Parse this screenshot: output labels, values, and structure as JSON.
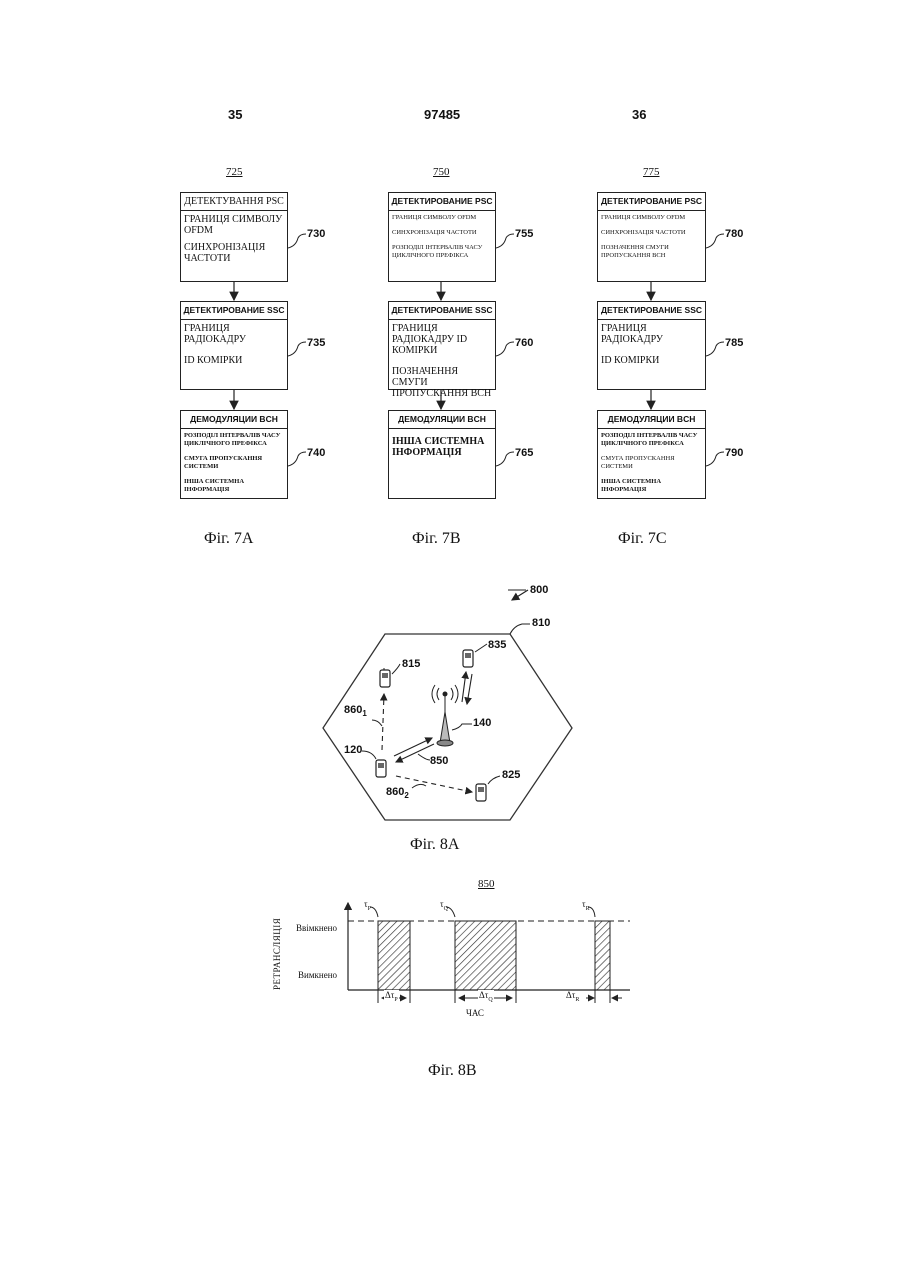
{
  "header": {
    "left_page": "35",
    "doc_number": "97485",
    "right_page": "36"
  },
  "fig7": {
    "A": {
      "label": "725",
      "boxes": [
        {
          "title": "ДЕТЕКТУВАННЯ PSC",
          "lines": [
            "ГРАНИЦЯ СИМВОЛУ OFDM",
            "СИНХРОНІЗАЦІЯ ЧАСТОТИ"
          ],
          "ref": "730"
        },
        {
          "title": "ДЕТЕКТИРОВАНИЕ SSC",
          "lines": [
            "ГРАНИЦЯ РАДІОКАДРУ",
            "ID КОМІРКИ"
          ],
          "ref": "735"
        },
        {
          "title": "ДЕМОДУЛЯЦИИ BCH",
          "lines": [
            "РОЗПОДІЛ ІНТЕРВАЛІВ ЧАСУ ЦИКЛІЧНОГО ПРЕФІКСА",
            "СМУГА ПРОПУСКАННЯ СИСТЕМИ",
            "ІНША СИСТЕМНА ІНФОРМАЦІЯ"
          ],
          "ref": "740"
        }
      ],
      "caption": "Фіг. 7А"
    },
    "B": {
      "label": "750",
      "boxes": [
        {
          "title": "ДЕТЕКТИРОВАНИЕ PSC",
          "lines": [
            "ГРАНИЦЯ СИМВОЛУ OFDM",
            "СИНХРОНІЗАЦІЯ ЧАСТОТИ",
            "РОЗПОДІЛ ІНТЕРВАЛІВ ЧАСУ ЦИКЛІЧНОГО ПРЕФІКСА"
          ],
          "ref": "755"
        },
        {
          "title": "ДЕТЕКТИРОВАНИЕ SSC",
          "lines": [
            "ГРАНИЦЯ РАДІОКАДРУ ID КОМІРКИ",
            "ПОЗНАЧЕННЯ СМУГИ ПРОПУСКАННЯ ВСН"
          ],
          "ref": "760"
        },
        {
          "title": "ДЕМОДУЛЯЦИИ BCH",
          "lines": [
            "ІНША СИСТЕМНА ІНФОРМАЦІЯ"
          ],
          "ref": "765"
        }
      ],
      "caption": "Фіг. 7В"
    },
    "C": {
      "label": "775",
      "boxes": [
        {
          "title": "ДЕТЕКТИРОВАНИЕ PSC",
          "lines": [
            "ГРАНИЦЯ СИМВОЛУ OFDM",
            "СИНХРОНІЗАЦІЯ ЧАСТОТИ",
            "ПОЗНАЧЕННЯ СМУГИ ПРОПУСКАННЯ ВСН"
          ],
          "ref": "780"
        },
        {
          "title": "ДЕТЕКТИРОВАНИЕ SSC",
          "lines": [
            "ГРАНИЦЯ РАДІОКАДРУ",
            "ID КОМІРКИ"
          ],
          "ref": "785"
        },
        {
          "title": "ДЕМОДУЛЯЦИИ BCH",
          "lines": [
            "РОЗПОДІЛ ІНТЕРВАЛІВ ЧАСУ ЦИКЛІЧНОГО ПРЕФІКСА",
            "СМУГА ПРОПУСКАННЯ СИСТЕМИ",
            "ІНША СИСТЕМНА ІНФОРМАЦІЯ"
          ],
          "ref": "790"
        }
      ],
      "caption": "Фіг. 7С"
    }
  },
  "fig8a": {
    "refs": {
      "system": "800",
      "cell": "810",
      "ue_top_left": "815",
      "ue_top_right": "835",
      "base_station": "140",
      "ue_relay": "120",
      "link": "850",
      "ue_bottom_right": "825",
      "path1": "860",
      "path1_sub": "1",
      "path2": "860",
      "path2_sub": "2"
    },
    "caption": "Фіг. 8А"
  },
  "fig8b": {
    "label": "850",
    "y_axis": "РЕТРАНСЛЯЦІЯ",
    "on_label": "Ввімкнено",
    "off_label": "Вимкнено",
    "x_axis": "ЧАС",
    "pulses": [
      {
        "tau": "τ",
        "tau_sub": "P",
        "delta": "Δτ",
        "delta_sub": "P"
      },
      {
        "tau": "τ",
        "tau_sub": "Q",
        "delta": "Δτ",
        "delta_sub": "Q"
      },
      {
        "tau": "τ",
        "tau_sub": "R",
        "delta": "Δτ",
        "delta_sub": "R"
      }
    ],
    "caption": "Фіг. 8В"
  }
}
